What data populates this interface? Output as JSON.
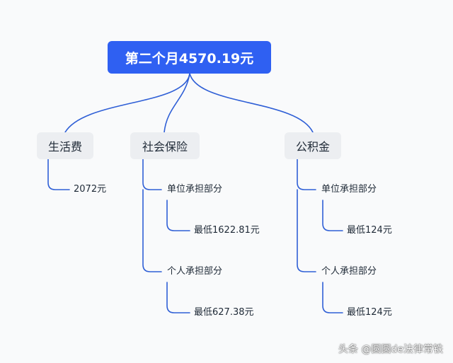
{
  "root": {
    "label": "第二个月4570.19元"
  },
  "branches": {
    "living": {
      "label": "生活费",
      "value": "2072元"
    },
    "social_insurance": {
      "label": "社会保险",
      "employer": {
        "label": "单位承担部分",
        "value": "最低1622.81元"
      },
      "personal": {
        "label": "个人承担部分",
        "value": "最低627.38元"
      }
    },
    "housing_fund": {
      "label": "公积金",
      "employer": {
        "label": "单位承担部分",
        "value": "最低124元"
      },
      "personal": {
        "label": "个人承担部分",
        "value": "最低124元"
      }
    }
  },
  "watermark": {
    "text": "头条 @圆圆de法律常铁"
  },
  "colors": {
    "root_fill": "#2f60f2",
    "branch_fill": "#eceef1",
    "connector": "#2f5fd6",
    "background": "#f9fafb"
  }
}
